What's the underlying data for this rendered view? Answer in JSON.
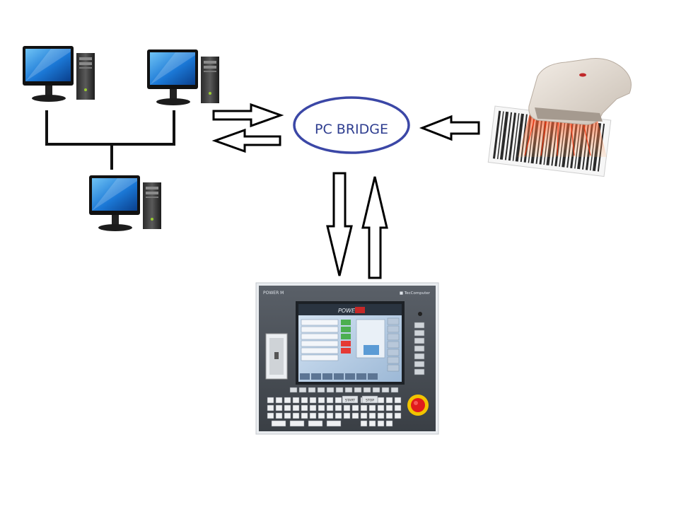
{
  "bridge": {
    "label": "PC BRIDGE",
    "ring_color": "#3b47a6",
    "text_color": "#2e3d8f"
  },
  "nodes": [
    {
      "id": "pc-1",
      "kind": "desktop-computer-icon"
    },
    {
      "id": "pc-2",
      "kind": "desktop-computer-icon"
    },
    {
      "id": "pc-3",
      "kind": "desktop-computer-icon"
    },
    {
      "id": "barcode-scanner",
      "kind": "barcode-scanner-icon"
    },
    {
      "id": "cnc-controller",
      "kind": "cnc-control-panel-icon"
    }
  ],
  "controller": {
    "brand_left": "POWER M",
    "brand_right": "■ TecComputer",
    "screen_title": "POWER",
    "keys": {
      "start": "START",
      "stop": "STOP"
    }
  },
  "colors": {
    "arrow": "#000000",
    "network_line": "#111111",
    "emergency_stop": "#e01c1c",
    "laser": "#ff5a1a"
  }
}
